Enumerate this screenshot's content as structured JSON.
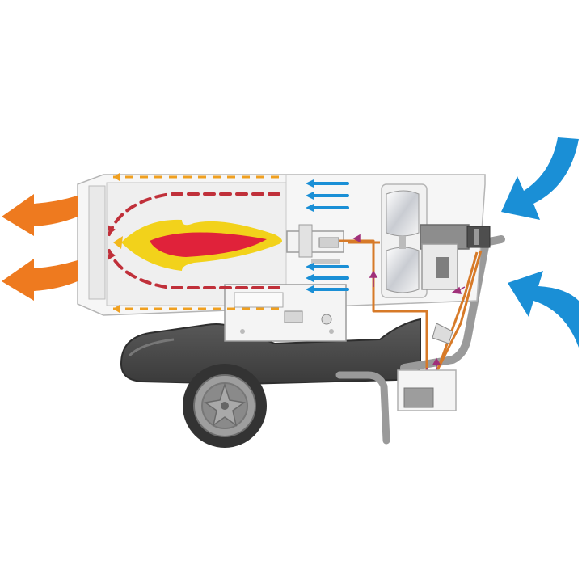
{
  "diagram": {
    "subject": "diesel-forced-air-heater-cutaway",
    "labels": []
  },
  "colors": {
    "hot_air": "#ee7a1f",
    "cold_air": "#1a8fd6",
    "flame_outer": "#f2d21b",
    "flame_core": "#e0223a",
    "internal_flow_dashes": "#c0303a",
    "warm_flow_dashes": "#f0a020",
    "fuel_line": "#d77a28",
    "pressure_arrows": "#a0307a",
    "tank": "#4a4a4a",
    "body": "#f7f7f7",
    "outline": "#b8b8b8"
  },
  "icons": [
    "hot-air-outlet-arrow",
    "cold-air-intake-arrow",
    "flame-icon",
    "fan-icon",
    "wheel-icon",
    "fuel-tank-icon"
  ]
}
